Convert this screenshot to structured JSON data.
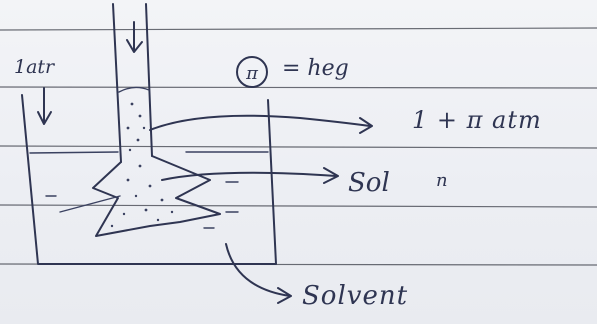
{
  "annotations": {
    "pressure_outside": "1atr",
    "pi_value": "= heg",
    "pressure_inside": "1 + π  atm",
    "n_marker": "n",
    "solution": "Sol",
    "solvent": "Solvent"
  },
  "symbols": {
    "pi_circled": "π"
  },
  "colors": {
    "ink": "#2f3552",
    "paper": "#eef0f4",
    "rule_lines": "#3c3f49"
  }
}
